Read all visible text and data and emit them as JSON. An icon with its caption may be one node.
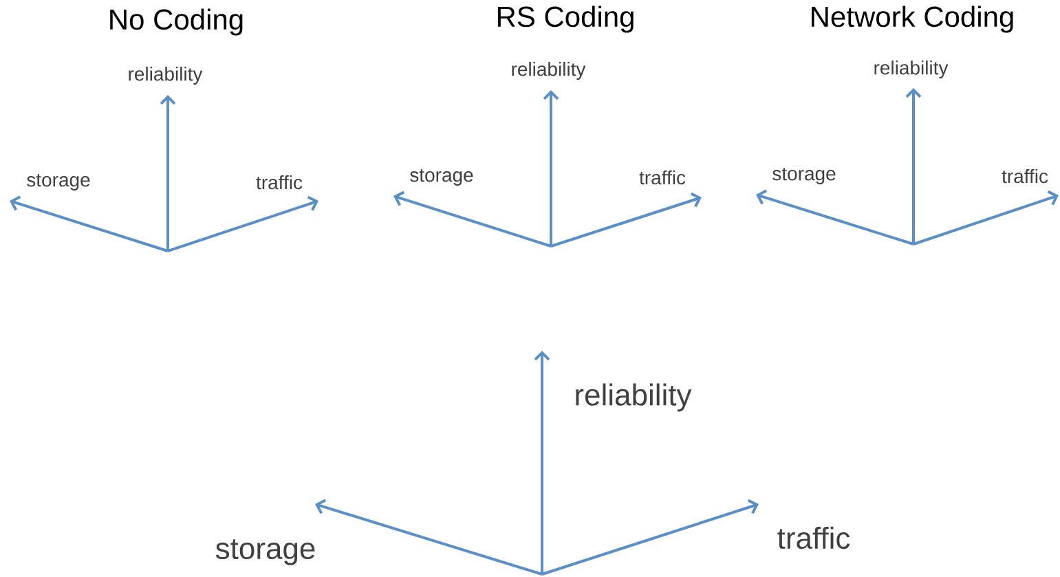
{
  "diagram": {
    "labels": [
      "No Coding",
      "RS Coding",
      "Network Coding",
      "reliability",
      "storage",
      "traffic",
      "reliability",
      "storage",
      "traffic",
      "reliability",
      "storage",
      "traffic",
      "reliability",
      "storage",
      "traffic"
    ]
  }
}
